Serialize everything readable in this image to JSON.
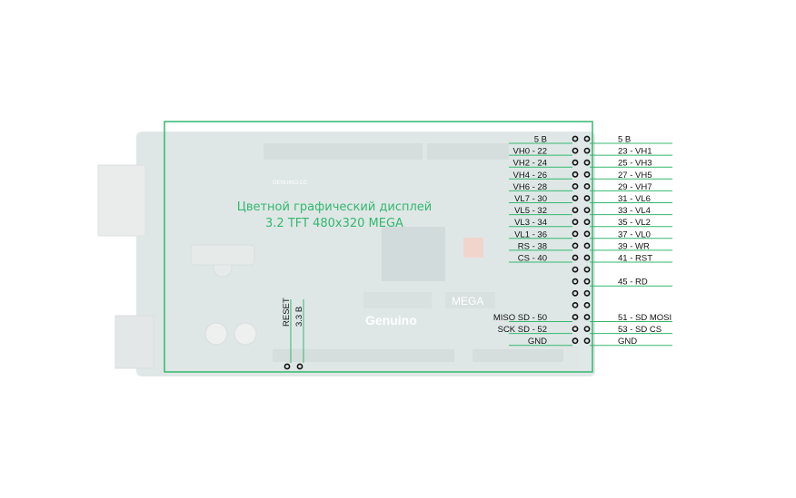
{
  "display": {
    "title_line1": "Цветной графический дисплей",
    "title_line2": "3.2 TFT 480x320 MEGA"
  },
  "board": {
    "brand": "Genuino",
    "model": "MEGA",
    "site": "GENUINO.CC"
  },
  "bottom_pins": [
    "RESET",
    "3.3 В"
  ],
  "left_labels": [
    "5 В",
    "VH0 - 22",
    "VH2 - 24",
    "VH4 - 26",
    "VH6 - 28",
    "VL7 - 30",
    "VL5 - 32",
    "VL3 - 34",
    "VL1 - 36",
    "RS - 38",
    "CS - 40",
    "MISO SD - 50",
    "SCK SD - 52",
    "GND"
  ],
  "right_labels": [
    "5 В",
    "23 - VH1",
    "25 - VH3",
    "27 - VH5",
    "29 - VH7",
    "31 - VL6",
    "33 - VL4",
    "35 - VL2",
    "37 - VL0",
    "39 - WR",
    "41 - RST",
    "45 - RD",
    "51 - SD MOSI",
    "53 - SD CS",
    "GND"
  ],
  "colors": {
    "accent_green": "#35b76f",
    "board_faded": "#c9d7d6"
  }
}
